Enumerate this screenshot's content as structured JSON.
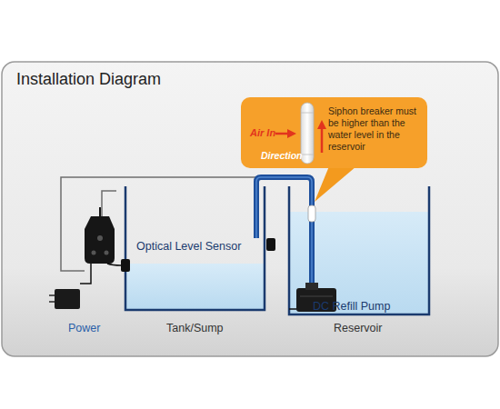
{
  "diagram": {
    "title": "Installation Diagram",
    "nodes": [
      {
        "text": [
          "Air In",
          "Siphon breaker must be higher than the water level in the reservoir",
          "Direction"
        ]
      }
    ],
    "labels": [
      "Optical Level Sensor",
      "DC Refill Pump",
      "Power",
      "Tank/Sump",
      "Reservoir"
    ]
  }
}
